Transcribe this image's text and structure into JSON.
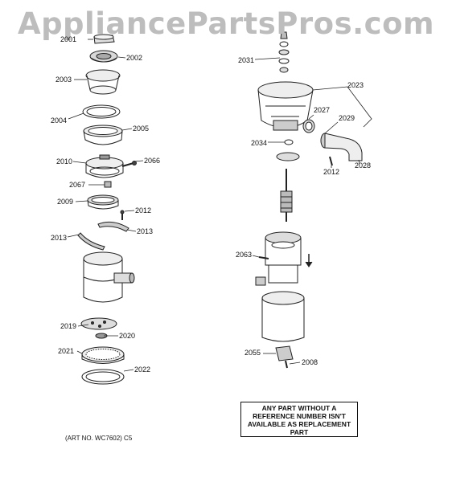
{
  "watermark": "AppliancePartsPros.com",
  "art_number": "(ART NO. WC7602) C5",
  "note_lines": [
    "ANY PART WITHOUT A",
    "REFERENCE NUMBER ISN'T",
    "AVAILABLE AS REPLACEMENT",
    "PART"
  ],
  "labels": {
    "p2001": "2001",
    "p2002": "2002",
    "p2003": "2003",
    "p2004": "2004",
    "p2005": "2005",
    "p2010": "2010",
    "p2066": "2066",
    "p2067": "2067",
    "p2009": "2009",
    "p2012a": "2012",
    "p2013a": "2013",
    "p2013b": "2013",
    "p2019": "2019",
    "p2020": "2020",
    "p2021": "2021",
    "p2022": "2022",
    "p2031": "2031",
    "p2023": "2023",
    "p2027": "2027",
    "p2029": "2029",
    "p2034": "2034",
    "p2012b": "2012",
    "p2028": "2028",
    "p2063": "2063",
    "p2055": "2055",
    "p2008": "2008"
  }
}
